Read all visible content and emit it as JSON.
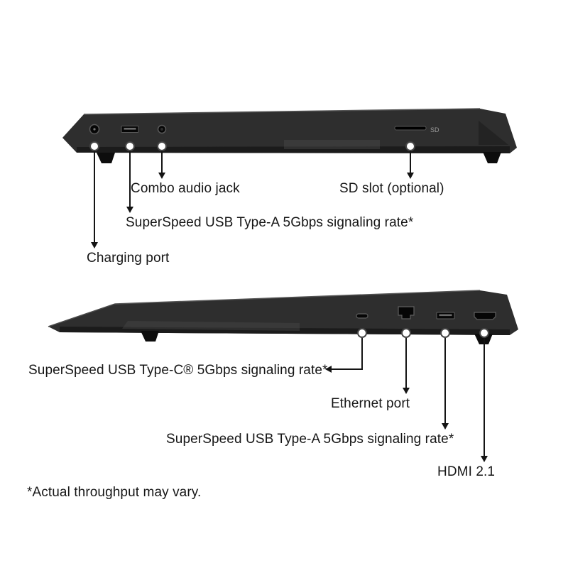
{
  "diagram": {
    "footnote": "*Actual throughput may vary.",
    "top_view": {
      "sd_marking": "SD",
      "callouts": {
        "charging": {
          "label": "Charging port"
        },
        "usb_a": {
          "label": "SuperSpeed USB Type-A 5Gbps signaling rate*"
        },
        "audio": {
          "label": "Combo audio jack"
        },
        "sd": {
          "label": "SD slot (optional)"
        }
      }
    },
    "bottom_view": {
      "callouts": {
        "usb_c": {
          "label": "SuperSpeed USB Type-C® 5Gbps signaling rate*"
        },
        "ethernet": {
          "label": "Ethernet port"
        },
        "usb_a": {
          "label": "SuperSpeed USB Type-A 5Gbps signaling rate*"
        },
        "hdmi": {
          "label": "HDMI 2.1"
        }
      }
    }
  }
}
